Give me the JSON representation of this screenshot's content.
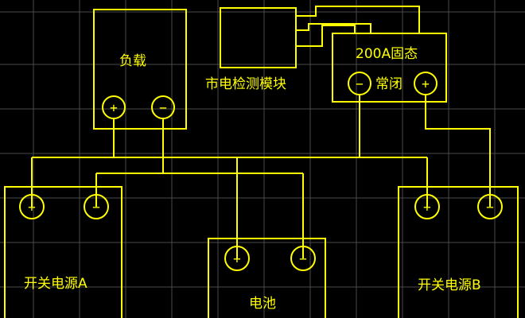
{
  "labels": {
    "load": "负载",
    "mains_module": "市电检测模块",
    "ssr": "200A固态",
    "ssr_nc": "常闭",
    "psu_a": "开关电源A",
    "psu_b": "开关电源B",
    "battery": "电池"
  },
  "terminals": {
    "plus": "+",
    "minus": "−"
  },
  "colors": {
    "background": "#000000",
    "grid": "#4a4a4a",
    "wire": "#ffff00"
  }
}
